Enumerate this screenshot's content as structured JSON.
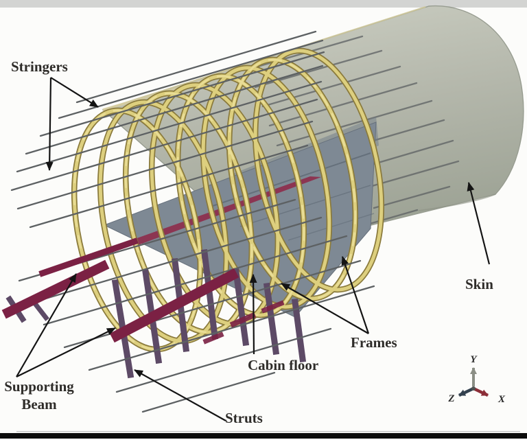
{
  "figure": {
    "type": "diagram",
    "subject": "Aircraft fuselage structural components",
    "labels": {
      "stringers": "Stringers",
      "skin": "Skin",
      "frames": "Frames",
      "cabin_floor": "Cabin floor",
      "supporting_beam_line1": "Supporting",
      "supporting_beam_line2": "Beam",
      "struts": "Struts"
    },
    "axis_triad": {
      "x_label": "X",
      "y_label": "Y",
      "z_label": "Z",
      "x_color": "#8c2e38",
      "y_color": "#8b8e85",
      "z_color": "#33414e"
    },
    "colors": {
      "skin": "#b9bcb0",
      "frames": "#ddcf7e",
      "frames_edge": "#8a7a3c",
      "cabin_floor": "#7e8994",
      "floor_beam": "#8c3552",
      "supporting_beam": "#7b2144",
      "struts": "#5d4a66",
      "stringers": "#5d6163"
    },
    "chrome": {
      "top_bar": "#d3d4d2",
      "bottom_bar": "#0c0c0c"
    }
  }
}
